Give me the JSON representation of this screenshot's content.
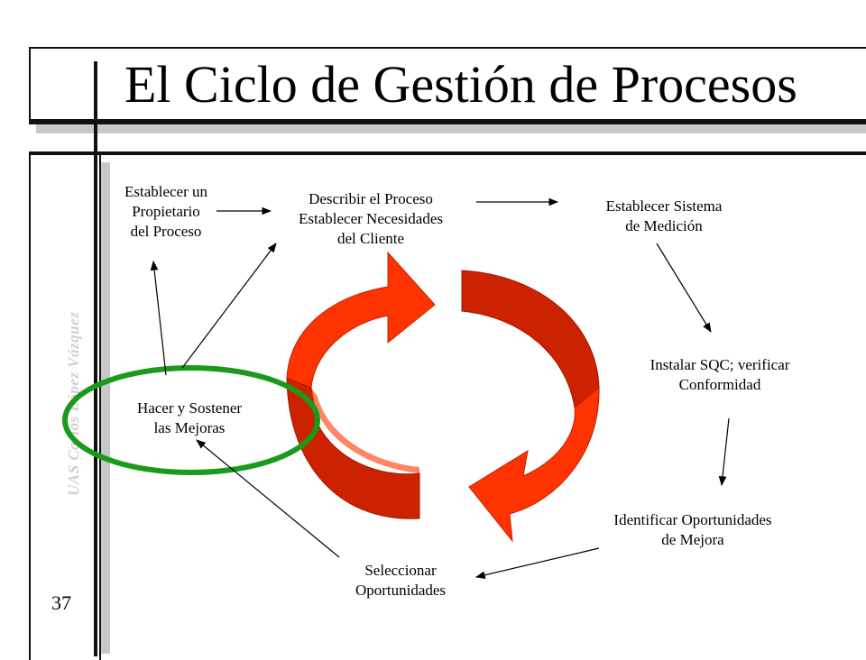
{
  "slide": {
    "title": "El Ciclo de Gestión de Procesos",
    "page_number": "37",
    "credit": "UAS Carlos López Vázquez"
  },
  "nodes": {
    "owner": "Establecer un\nPropietario\ndel Proceso",
    "describe": "Describir el Proceso\nEstablecer Necesidades\ndel Cliente",
    "measure": "Establecer Sistema\nde Medición",
    "sqc": "Instalar SQC; verificar\nConformidad",
    "identify": "Identificar Oportunidades\nde Mejora",
    "select": "Seleccionar\nOportunidades",
    "improve": "Hacer y Sostener\nlas Mejoras"
  },
  "colors": {
    "arrow_red": "#ff3300",
    "arrow_dark_red": "#cc2200",
    "highlight_green": "#1a9a1a",
    "frame_shadow": "#c8c8c8"
  }
}
